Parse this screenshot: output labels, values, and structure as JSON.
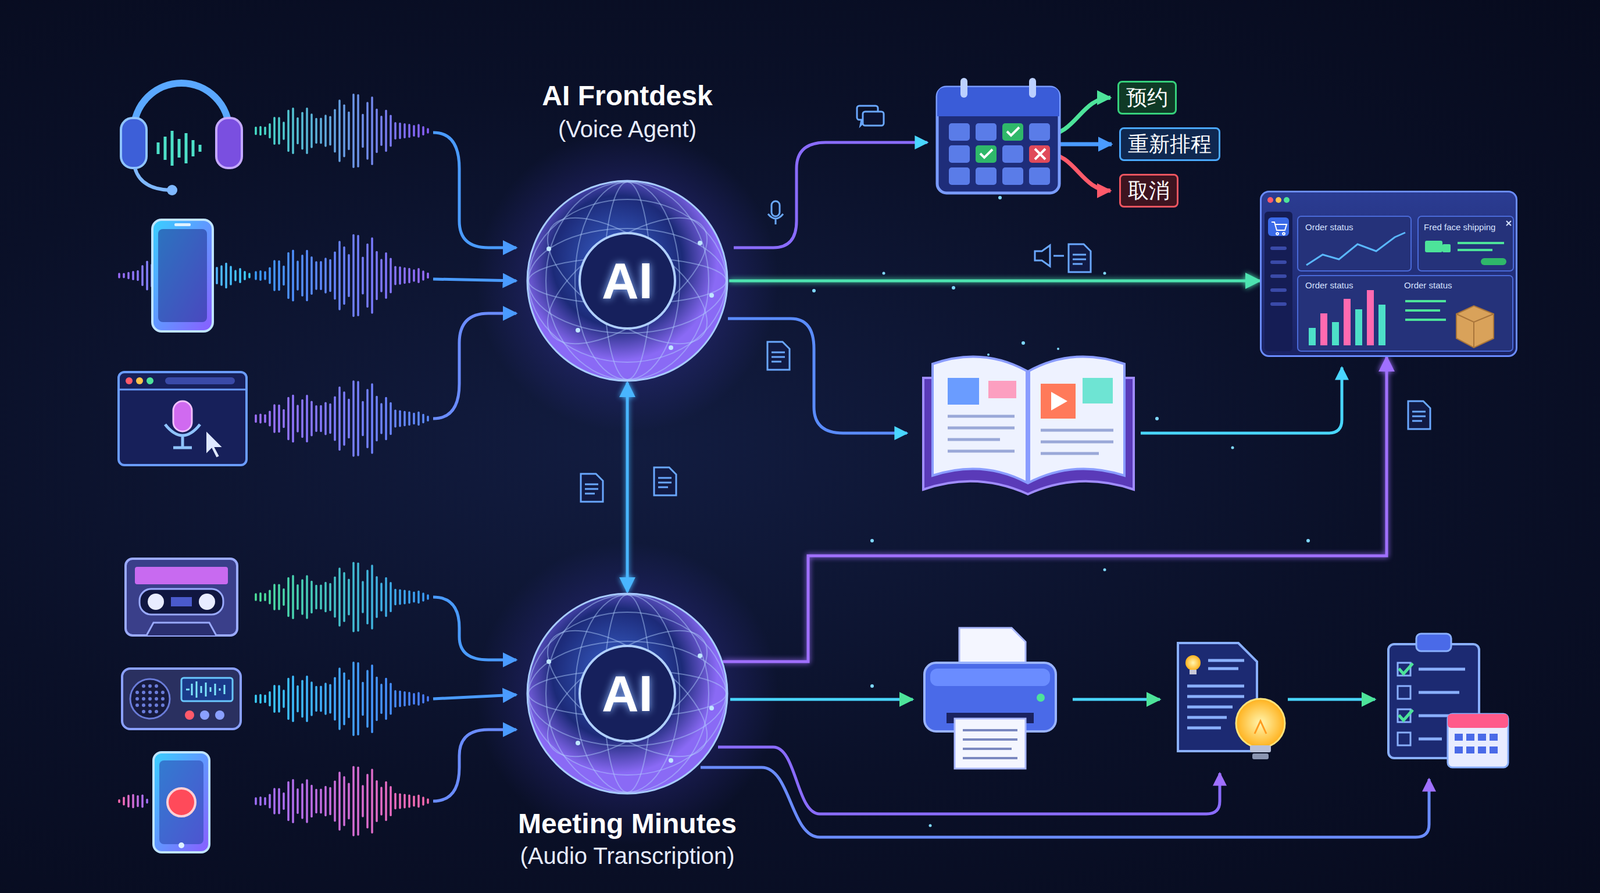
{
  "diagram": {
    "nodes": [
      {
        "text": [
          "AI Frontdesk",
          "(Voice Agent)",
          "AI"
        ]
      },
      {
        "text": [
          "预约"
        ]
      },
      {
        "text": [
          "重新排程"
        ]
      },
      {
        "text": [
          "取消"
        ]
      },
      {
        "text": [
          "Order status",
          "Fred face shipping",
          "Order status",
          "Order status"
        ]
      },
      {
        "text": [
          "AI",
          "Meeting Minutes",
          "(Audio Transcription)"
        ]
      }
    ],
    "edges": [
      {
        "from": 0,
        "to": 4,
        "arrow": "to"
      },
      {
        "from": 0,
        "to": 5,
        "arrow": "both"
      },
      {
        "from": 5,
        "to": 4,
        "arrow": "to"
      }
    ]
  }
}
